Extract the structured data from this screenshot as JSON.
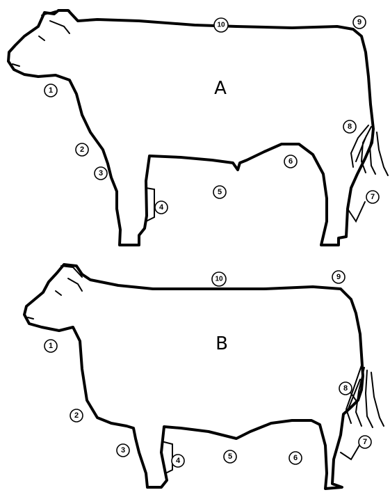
{
  "figures": [
    {
      "id": "A",
      "label": "A",
      "points": [
        {
          "key": "1",
          "text": "1"
        },
        {
          "key": "2",
          "text": "2"
        },
        {
          "key": "3",
          "text": "3"
        },
        {
          "key": "4",
          "text": "4"
        },
        {
          "key": "5",
          "text": "5"
        },
        {
          "key": "6",
          "text": "6"
        },
        {
          "key": "7",
          "text": "7"
        },
        {
          "key": "8",
          "text": "8"
        },
        {
          "key": "9",
          "text": "9"
        },
        {
          "key": "10",
          "text": "10"
        }
      ]
    },
    {
      "id": "B",
      "label": "B",
      "points": [
        {
          "key": "1",
          "text": "1"
        },
        {
          "key": "2",
          "text": "2"
        },
        {
          "key": "3",
          "text": "3"
        },
        {
          "key": "4",
          "text": "4"
        },
        {
          "key": "5",
          "text": "5"
        },
        {
          "key": "6",
          "text": "6"
        },
        {
          "key": "7",
          "text": "7"
        },
        {
          "key": "8",
          "text": "8"
        },
        {
          "key": "9",
          "text": "9"
        },
        {
          "key": "10",
          "text": "10"
        }
      ]
    }
  ]
}
